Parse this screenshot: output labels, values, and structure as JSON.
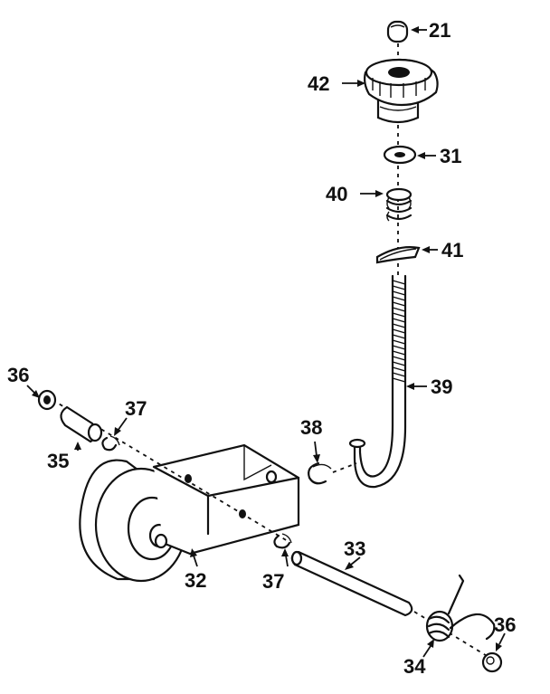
{
  "callouts": {
    "c21": "21",
    "c42": "42",
    "c31": "31",
    "c40": "40",
    "c41": "41",
    "c39": "39",
    "c38": "38",
    "c36_left": "36",
    "c37_upper": "37",
    "c35": "35",
    "c32": "32",
    "c37_lower": "37",
    "c33": "33",
    "c36_right": "36",
    "c34": "34"
  }
}
